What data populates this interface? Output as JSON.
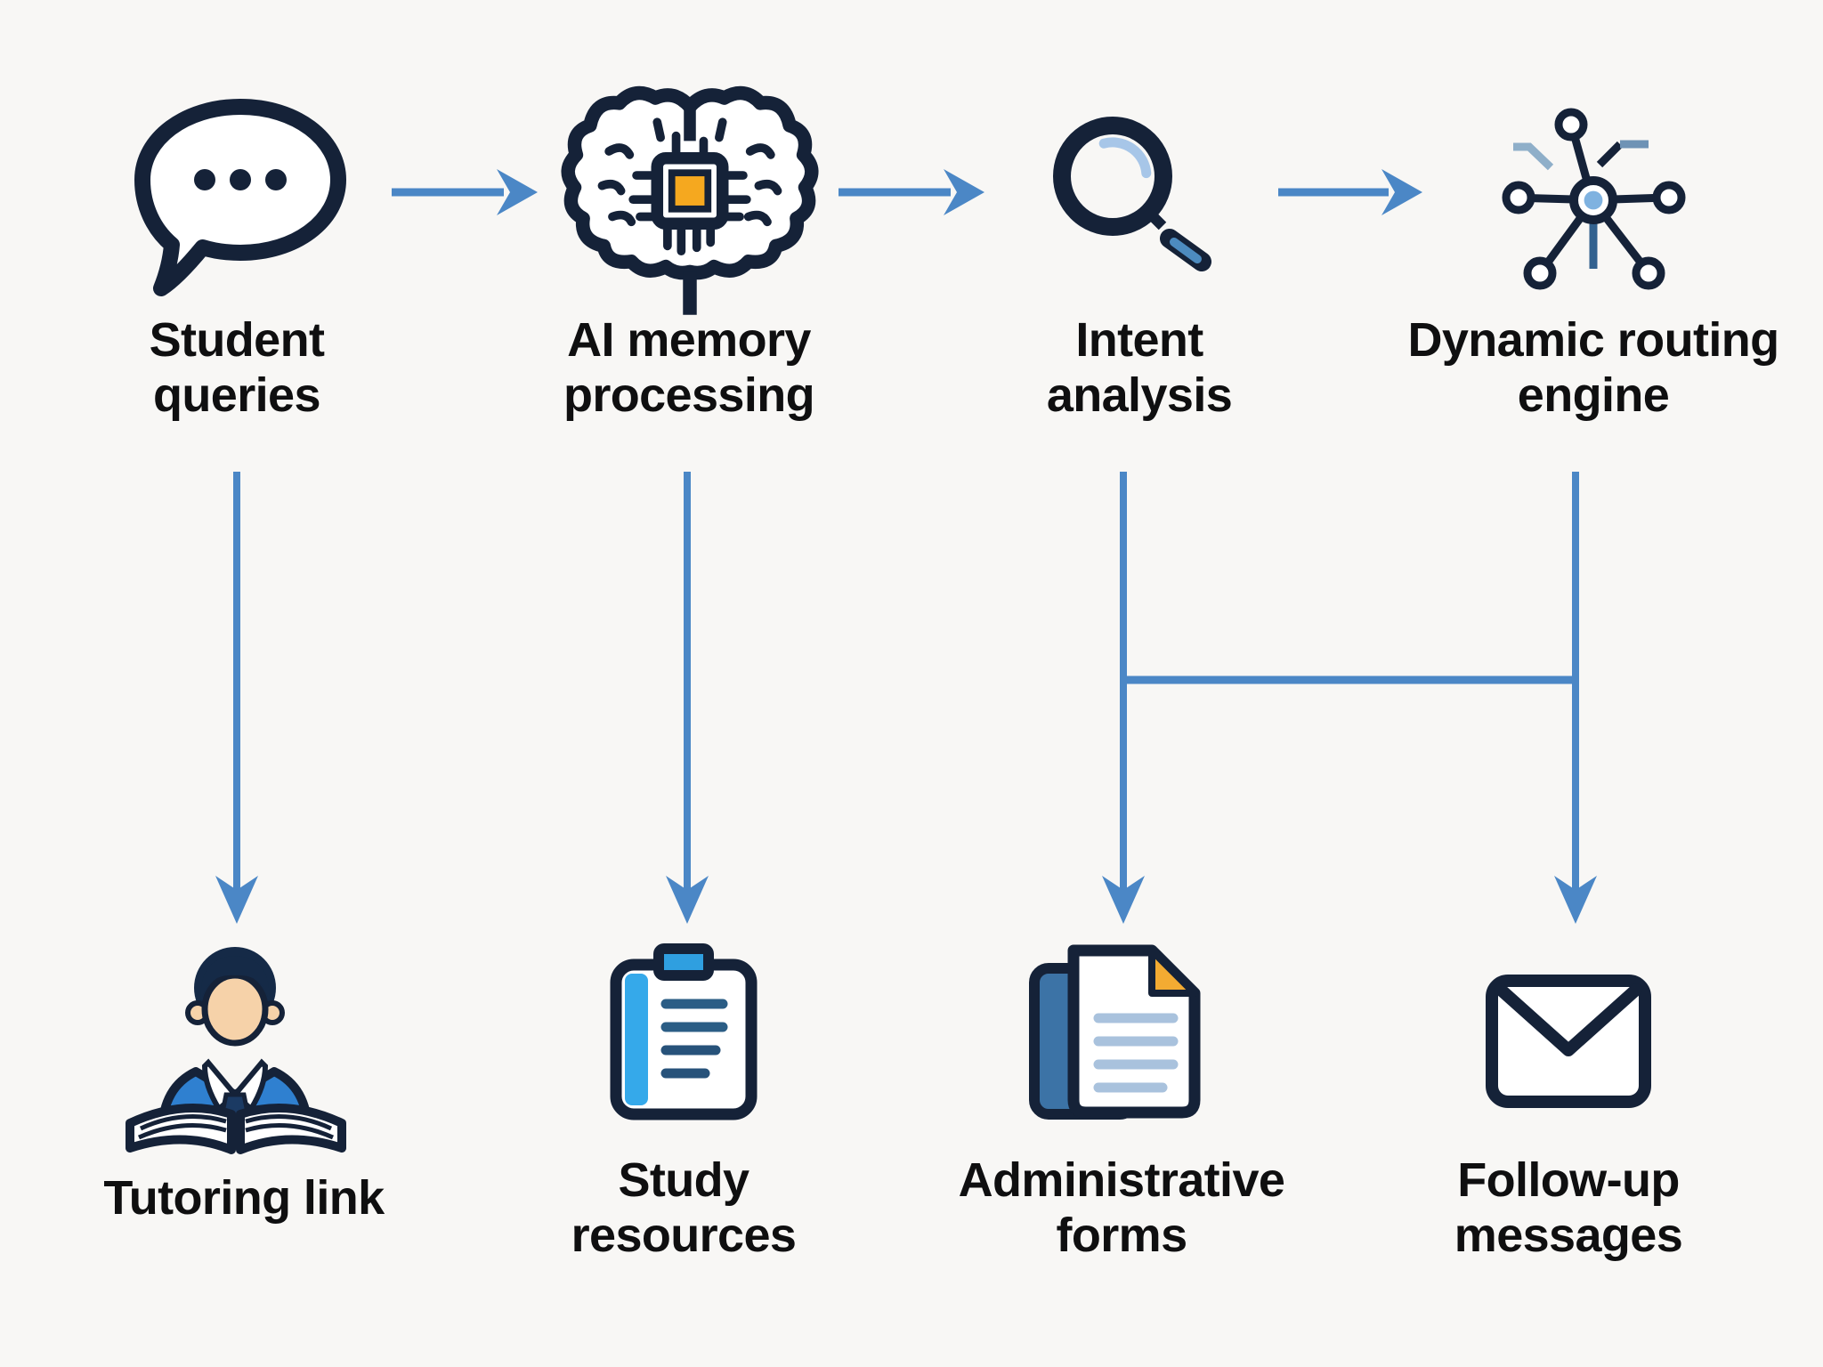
{
  "flow": {
    "stages": [
      {
        "label": "Student queries",
        "icon": "chat-bubble-icon"
      },
      {
        "label": "AI memory processing",
        "icon": "brain-chip-icon"
      },
      {
        "label": "Intent analysis",
        "icon": "magnifying-glass-icon"
      },
      {
        "label": "Dynamic routing engine",
        "icon": "network-hub-icon"
      }
    ],
    "outputs": [
      {
        "label": "Tutoring link",
        "icon": "person-reading-icon"
      },
      {
        "label": "Study resources",
        "icon": "clipboard-icon"
      },
      {
        "label": "Administrative forms",
        "icon": "document-icon"
      },
      {
        "label": "Follow-up messages",
        "icon": "envelope-icon"
      }
    ],
    "connections": [
      "Student queries -> AI memory processing",
      "AI memory processing -> Intent analysis",
      "Intent analysis -> Dynamic routing engine",
      "Student queries -> Tutoring link",
      "AI memory processing -> Study resources",
      "Intent analysis -> Administrative forms",
      "Dynamic routing engine -> Follow-up messages",
      "Intent analysis - Dynamic routing engine cross link"
    ]
  },
  "colors": {
    "background": "#f8f7f5",
    "outline_navy": "#152238",
    "arrow_blue": "#4b87c6",
    "light_blue": "#a7c6e8",
    "steel_blue": "#5b8fc0",
    "bright_blue": "#2f80d0",
    "cyan_blue": "#35a9ea",
    "orange": "#f5a81f",
    "skin": "#f6d2a9",
    "text": "#0f0f10"
  }
}
